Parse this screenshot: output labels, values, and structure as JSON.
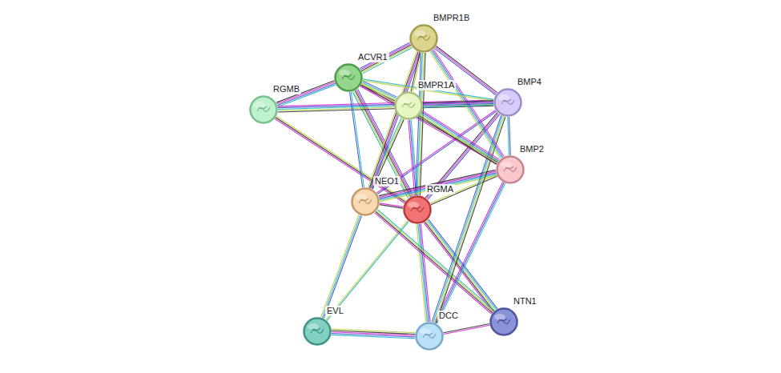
{
  "diagram": {
    "nodes": [
      {
        "text": [
          "BMPR1B"
        ]
      },
      {
        "text": [
          "ACVR1"
        ]
      },
      {
        "text": [
          "BMPR1A"
        ]
      },
      {
        "text": [
          "BMP4"
        ]
      },
      {
        "text": [
          "RGMB"
        ]
      },
      {
        "text": [
          "BMP2"
        ]
      },
      {
        "text": [
          "NEO1"
        ]
      },
      {
        "text": [
          "RGMA"
        ]
      },
      {
        "text": [
          "NTN1"
        ]
      },
      {
        "text": [
          "EVL"
        ]
      },
      {
        "text": [
          "DCC"
        ]
      }
    ],
    "edges": [
      {
        "from": 7,
        "to": 6,
        "arrow": "none"
      },
      {
        "from": 7,
        "to": 2,
        "arrow": "none"
      },
      {
        "from": 7,
        "to": 0,
        "arrow": "none"
      },
      {
        "from": 7,
        "to": 1,
        "arrow": "none"
      },
      {
        "from": 7,
        "to": 5,
        "arrow": "none"
      },
      {
        "from": 7,
        "to": 3,
        "arrow": "none"
      },
      {
        "from": 7,
        "to": 10,
        "arrow": "none"
      },
      {
        "from": 7,
        "to": 8,
        "arrow": "none"
      },
      {
        "from": 7,
        "to": 9,
        "arrow": "none"
      },
      {
        "from": 4,
        "to": 7,
        "arrow": "none"
      },
      {
        "from": 4,
        "to": 1,
        "arrow": "none"
      },
      {
        "from": 4,
        "to": 3,
        "arrow": "none"
      },
      {
        "from": 6,
        "to": 1,
        "arrow": "none"
      },
      {
        "from": 6,
        "to": 2,
        "arrow": "none"
      },
      {
        "from": 6,
        "to": 0,
        "arrow": "none"
      },
      {
        "from": 6,
        "to": 5,
        "arrow": "none"
      },
      {
        "from": 6,
        "to": 3,
        "arrow": "none"
      },
      {
        "from": 6,
        "to": 9,
        "arrow": "none"
      },
      {
        "from": 6,
        "to": 8,
        "arrow": "none"
      },
      {
        "from": 9,
        "to": 10,
        "arrow": "none"
      },
      {
        "from": 10,
        "to": 8,
        "arrow": "none"
      },
      {
        "from": 10,
        "to": 5,
        "arrow": "none"
      },
      {
        "from": 10,
        "to": 3,
        "arrow": "none"
      },
      {
        "from": 0,
        "to": 1,
        "arrow": "none"
      },
      {
        "from": 0,
        "to": 2,
        "arrow": "none"
      },
      {
        "from": 0,
        "to": 3,
        "arrow": "none"
      },
      {
        "from": 0,
        "to": 5,
        "arrow": "none"
      },
      {
        "from": 1,
        "to": 2,
        "arrow": "none"
      },
      {
        "from": 1,
        "to": 3,
        "arrow": "none"
      },
      {
        "from": 1,
        "to": 5,
        "arrow": "none"
      },
      {
        "from": 2,
        "to": 3,
        "arrow": "none"
      },
      {
        "from": 2,
        "to": 5,
        "arrow": "none"
      },
      {
        "from": 3,
        "to": 5,
        "arrow": "none"
      }
    ]
  }
}
